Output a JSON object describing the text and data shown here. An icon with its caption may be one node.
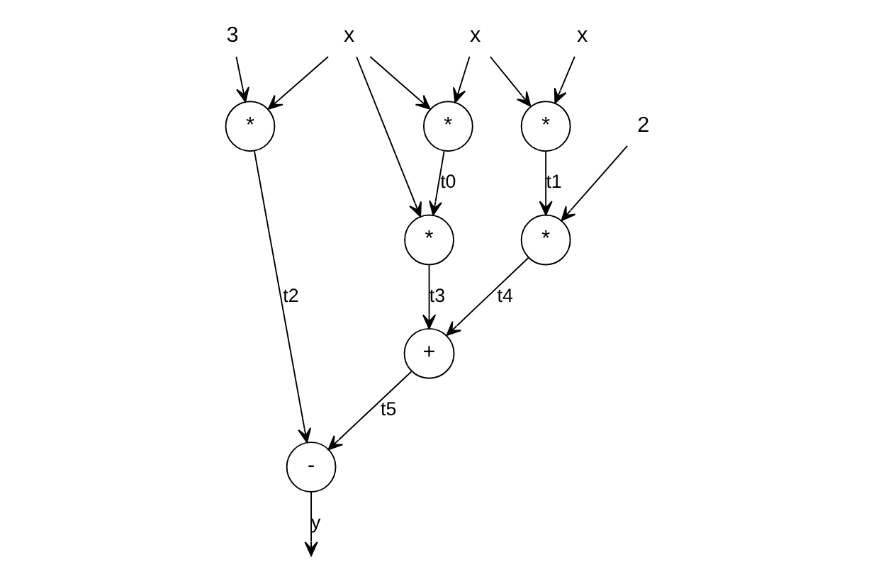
{
  "diagram": {
    "nodes": [
      {
        "text": [
          "3"
        ]
      },
      {
        "text": [
          "x"
        ]
      },
      {
        "text": [
          "x"
        ]
      },
      {
        "text": [
          "x"
        ]
      },
      {
        "text": [
          "2"
        ]
      },
      {
        "text": [
          "*"
        ]
      },
      {
        "text": [
          "*"
        ]
      },
      {
        "text": [
          "*"
        ]
      },
      {
        "text": [
          "*"
        ]
      },
      {
        "text": [
          "*"
        ]
      },
      {
        "text": [
          "+"
        ]
      },
      {
        "text": [
          "-"
        ]
      }
    ],
    "edges": [
      {
        "from": 0,
        "to": 5,
        "arrow": "to"
      },
      {
        "from": 1,
        "to": 5,
        "arrow": "to"
      },
      {
        "from": 1,
        "to": 8,
        "arrow": "to"
      },
      {
        "from": 1,
        "to": 6,
        "arrow": "to"
      },
      {
        "from": 2,
        "to": 6,
        "arrow": "to"
      },
      {
        "from": 2,
        "to": 7,
        "arrow": "to"
      },
      {
        "from": 3,
        "to": 7,
        "arrow": "to"
      },
      {
        "from": 6,
        "to": 8,
        "arrow": "to",
        "label": "t0"
      },
      {
        "from": 7,
        "to": 9,
        "arrow": "to",
        "label": "t1"
      },
      {
        "from": 4,
        "to": 9,
        "arrow": "to"
      },
      {
        "from": 8,
        "to": 10,
        "arrow": "to",
        "label": "t3"
      },
      {
        "from": 9,
        "to": 10,
        "arrow": "to",
        "label": "t4"
      },
      {
        "from": 5,
        "to": 11,
        "arrow": "to",
        "label": "t2"
      },
      {
        "from": 10,
        "to": 11,
        "arrow": "to",
        "label": "t5"
      },
      {
        "from": 11,
        "to": null,
        "arrow": "to",
        "label": "y"
      }
    ]
  }
}
